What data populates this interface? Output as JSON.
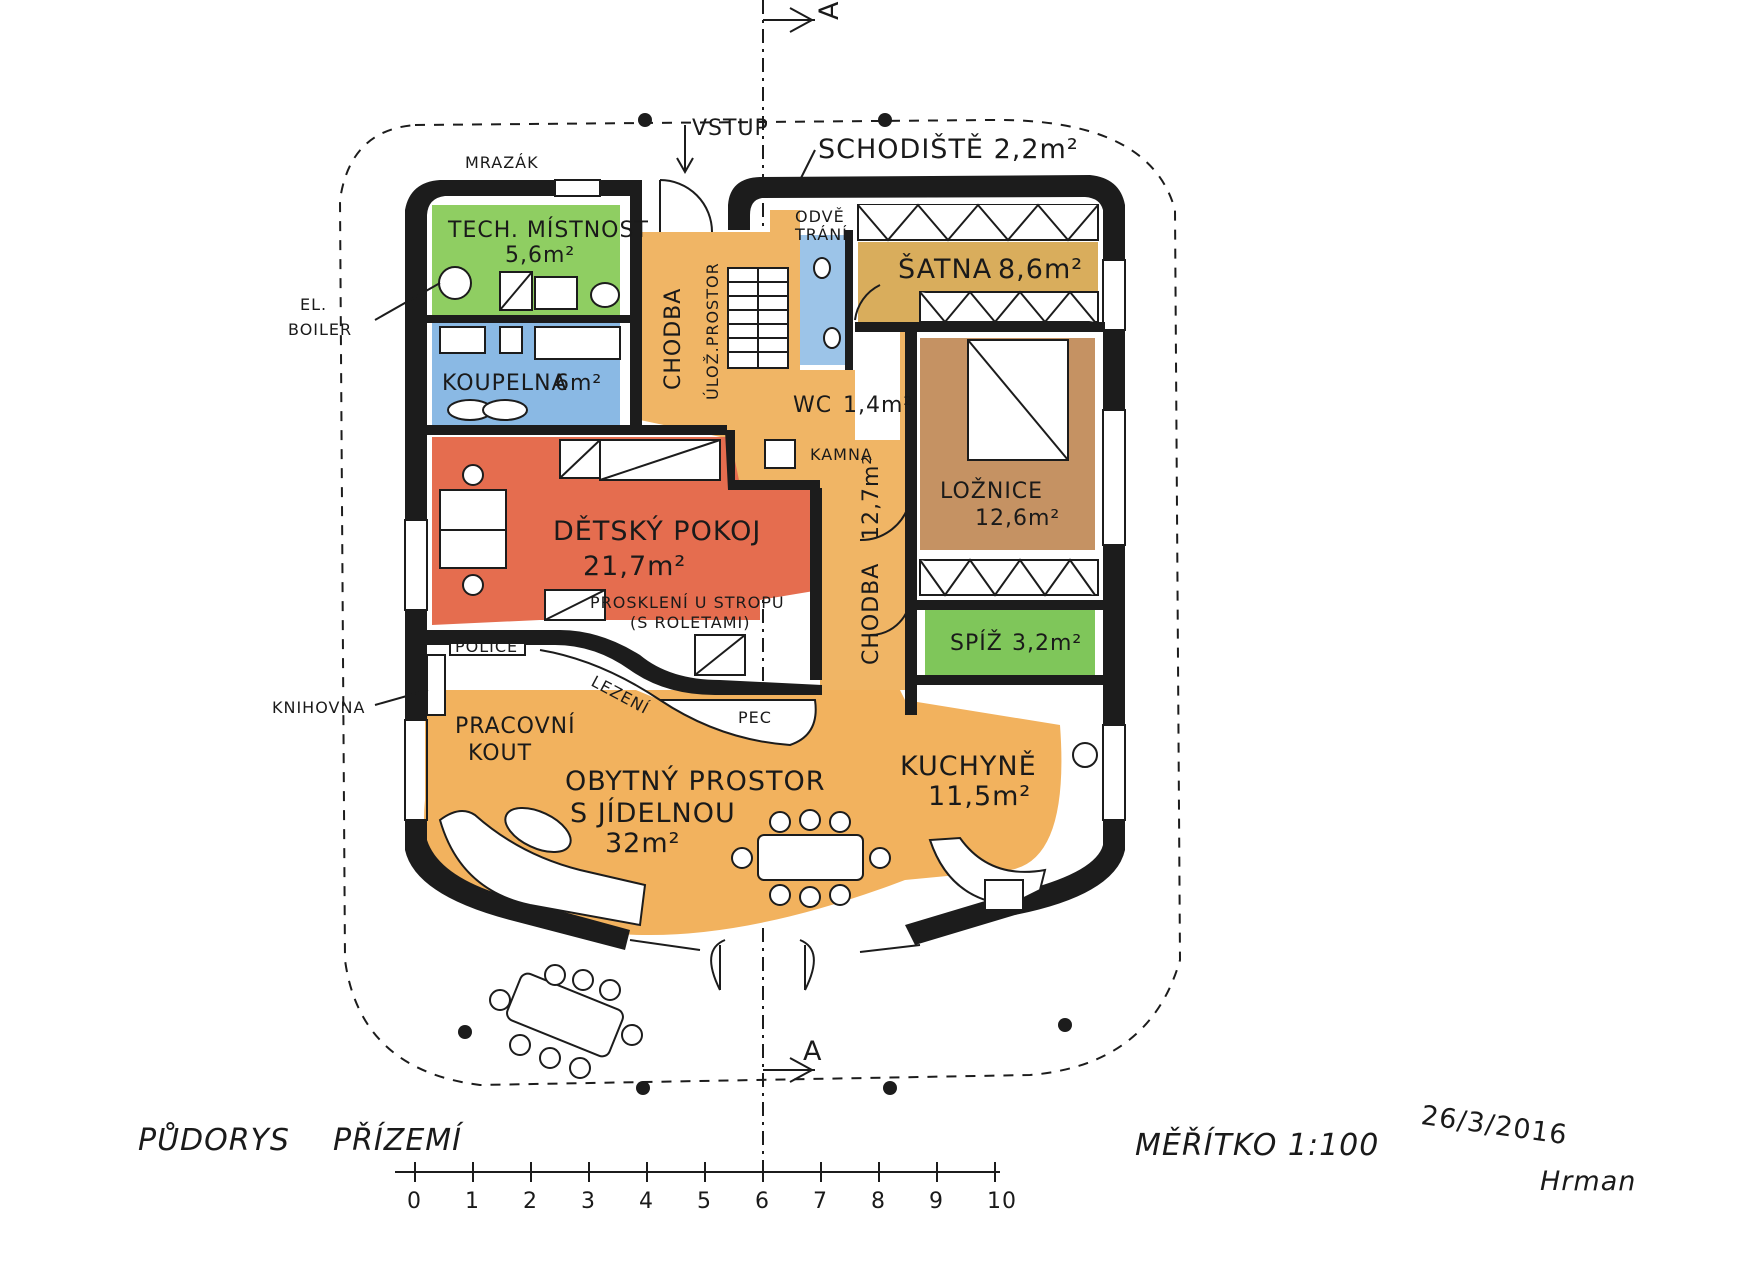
{
  "colors": {
    "circulation": "#f0b565",
    "living": "#f2b25e",
    "kids_room": "#e56d4f",
    "bedroom": "#c59263",
    "wardrobe": "#d9ad5c",
    "technical": "#8fce62",
    "pantry": "#7fc65a",
    "bathroom": "#8ab9e4",
    "wc": "#9cc4e8",
    "walls": "#1c1c1c"
  },
  "rooms": {
    "tech": {
      "name": "TECH. MÍSTNOST",
      "area": "5,6m²"
    },
    "koupelna": {
      "name": "KOUPELNA",
      "area": "6m²"
    },
    "satna": {
      "name": "ŠATNA",
      "area": "8,6m²"
    },
    "loznice": {
      "name": "LOŽNICE",
      "area": "12,6m²"
    },
    "spiz": {
      "name": "SPÍŽ",
      "area": "3,2m²"
    },
    "detsky": {
      "name": "DĚTSKÝ POKOJ",
      "area": "21,7m²"
    },
    "obytny": {
      "line1": "OBYTNÝ PROSTOR",
      "line2": "S JÍDELNOU",
      "area": "32m²"
    },
    "kuchyne": {
      "name": "KUCHYNĚ",
      "area": "11,5m²"
    },
    "chodba_top": "CHODBA",
    "chodba_right": {
      "name": "CHODBA",
      "area": "12,7m²"
    },
    "wc": {
      "name": "WC",
      "area": "1,4m²"
    }
  },
  "labels": {
    "vstup": "VSTUP",
    "schodiste": "SCHODIŠTĚ 2,2m²",
    "mrazak": "MRAZÁK",
    "el": "EL.",
    "boiler": "BOILER",
    "odvetrani_1": "ODVĚ",
    "odvetrani_2": "TRÁNÍ",
    "uloz": "ÚLOŽ.PROSTOR",
    "kamna": "KAMNA",
    "prosklen_1": "PROSKLENÍ U STROPU",
    "prosklen_2": "(S ROLETAMI)",
    "police": "POLICE",
    "lezeni": "LEZENÍ",
    "pec": "PEC",
    "knihovna": "KNIHOVNA",
    "pracovni_1": "PRACOVNÍ",
    "pracovni_2": "KOUT",
    "section_top": "A",
    "section_bottom": "A"
  },
  "footer": {
    "title_1": "PŮDORYS",
    "title_2": "PŘÍZEMÍ",
    "scale": "MĚŘÍTKO 1:100",
    "date": "26/3/2016",
    "signature": "Hrman"
  },
  "scale_bar": {
    "ticks": [
      "0",
      "1",
      "2",
      "3",
      "4",
      "5",
      "6",
      "7",
      "8",
      "9",
      "10"
    ]
  }
}
